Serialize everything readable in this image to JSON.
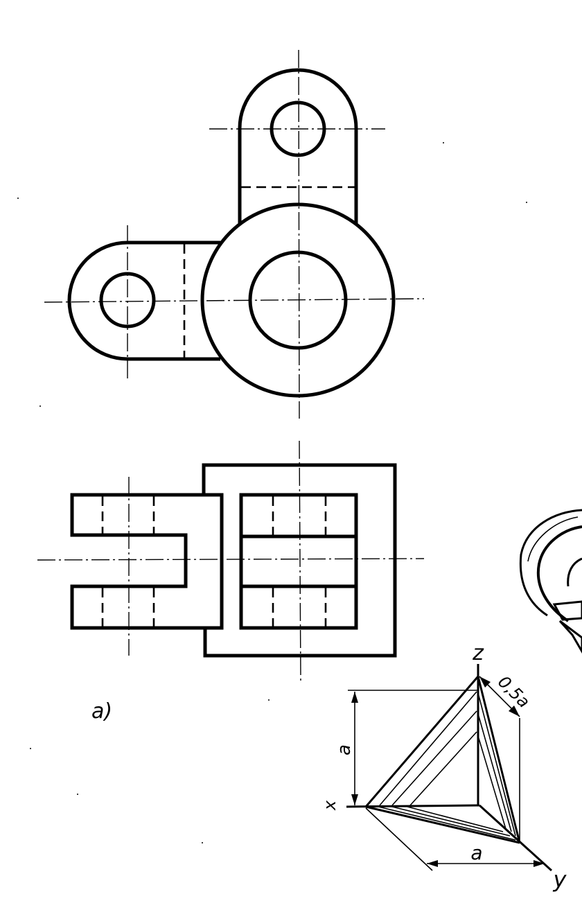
{
  "labels": {
    "figure": "a)",
    "axis_z": "z",
    "axis_y": "y",
    "axis_x": "x",
    "dim_height": "a",
    "dim_width": "a",
    "dim_depth": "0,5a"
  }
}
